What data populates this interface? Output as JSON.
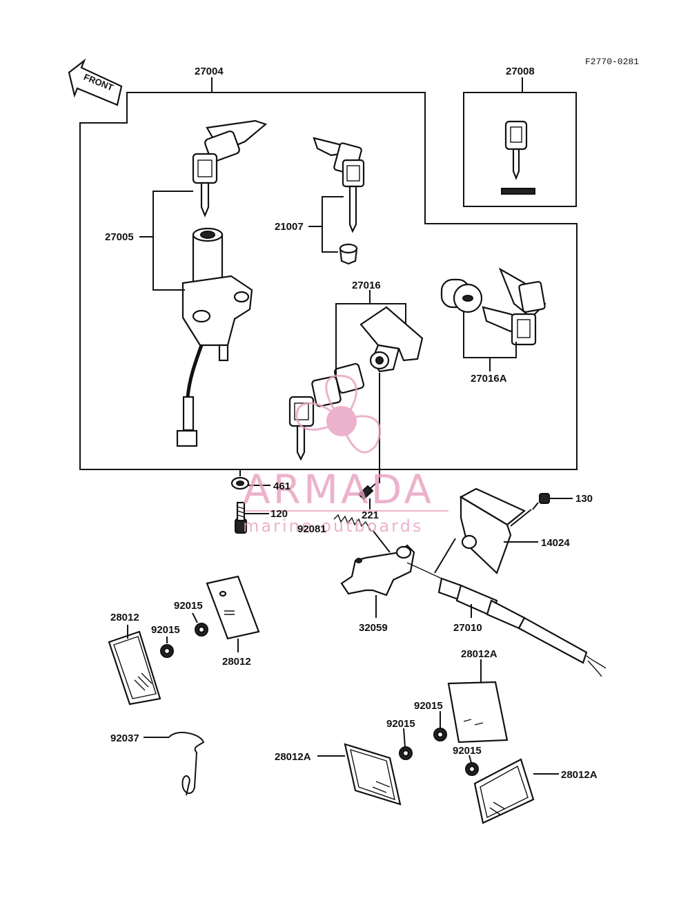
{
  "reference_code": "F2770-0281",
  "front_arrow": {
    "text": "FRONT",
    "icon": "front-arrow-icon"
  },
  "parts": [
    {
      "id": "p27004",
      "number": "27004"
    },
    {
      "id": "p27008",
      "number": "27008"
    },
    {
      "id": "p27005",
      "number": "27005"
    },
    {
      "id": "p21007",
      "number": "21007"
    },
    {
      "id": "p27016",
      "number": "27016"
    },
    {
      "id": "p27016A",
      "number": "27016A"
    },
    {
      "id": "p461",
      "number": "461"
    },
    {
      "id": "p120",
      "number": "120"
    },
    {
      "id": "p221",
      "number": "221"
    },
    {
      "id": "p130",
      "number": "130"
    },
    {
      "id": "p92081",
      "number": "92081"
    },
    {
      "id": "p14024",
      "number": "14024"
    },
    {
      "id": "p32059",
      "number": "32059"
    },
    {
      "id": "p27010",
      "number": "27010"
    },
    {
      "id": "p92015a",
      "number": "92015"
    },
    {
      "id": "p28012a",
      "number": "28012"
    },
    {
      "id": "p92015b",
      "number": "92015"
    },
    {
      "id": "p28012b",
      "number": "28012"
    },
    {
      "id": "p28012Aa",
      "number": "28012A"
    },
    {
      "id": "p92015c",
      "number": "92015"
    },
    {
      "id": "p92015d",
      "number": "92015"
    },
    {
      "id": "p92015e",
      "number": "92015"
    },
    {
      "id": "p28012Ab",
      "number": "28012A"
    },
    {
      "id": "p28012Ac",
      "number": "28012A"
    },
    {
      "id": "p92037",
      "number": "92037"
    }
  ],
  "watermark": {
    "brand": "ARMADA",
    "tagline": "marine outboards",
    "color": "#e8a0c0"
  }
}
